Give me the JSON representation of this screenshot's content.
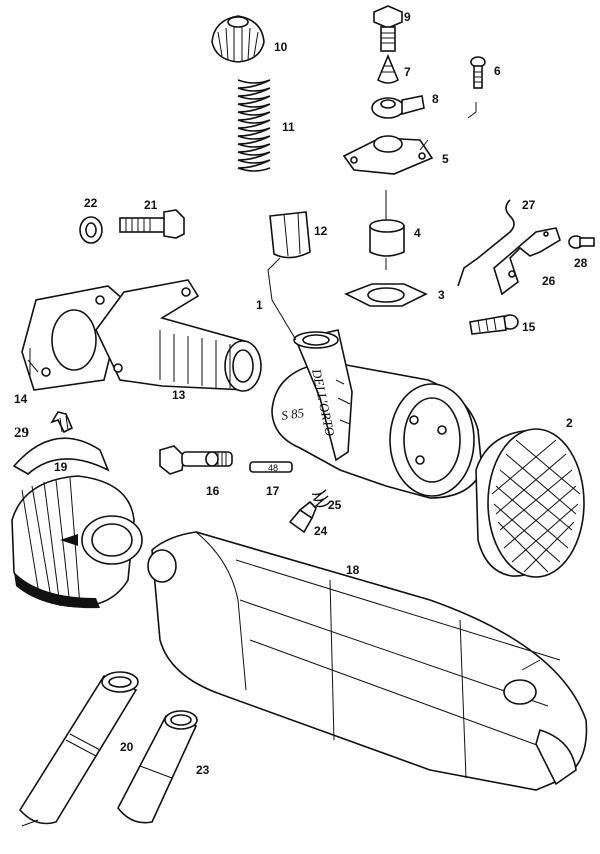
{
  "diagram": {
    "callouts": {
      "c1": "1",
      "c2": "2",
      "c3": "3",
      "c4": "4",
      "c5": "5",
      "c6": "6",
      "c7": "7",
      "c8": "8",
      "c9": "9",
      "c10": "10",
      "c11": "11",
      "c12": "12",
      "c13": "13",
      "c14": "14",
      "c15": "15",
      "c16": "16",
      "c17": "17",
      "c18": "18",
      "c19": "19",
      "c20": "20",
      "c21": "21",
      "c22": "22",
      "c23": "23",
      "c24": "24",
      "c25": "25",
      "c26": "26",
      "c27": "27",
      "c28": "28",
      "c29": "29"
    },
    "stamps": {
      "carb_brand": "DELL'ORTO",
      "carb_model": "S 85",
      "jet_size": "48"
    }
  }
}
